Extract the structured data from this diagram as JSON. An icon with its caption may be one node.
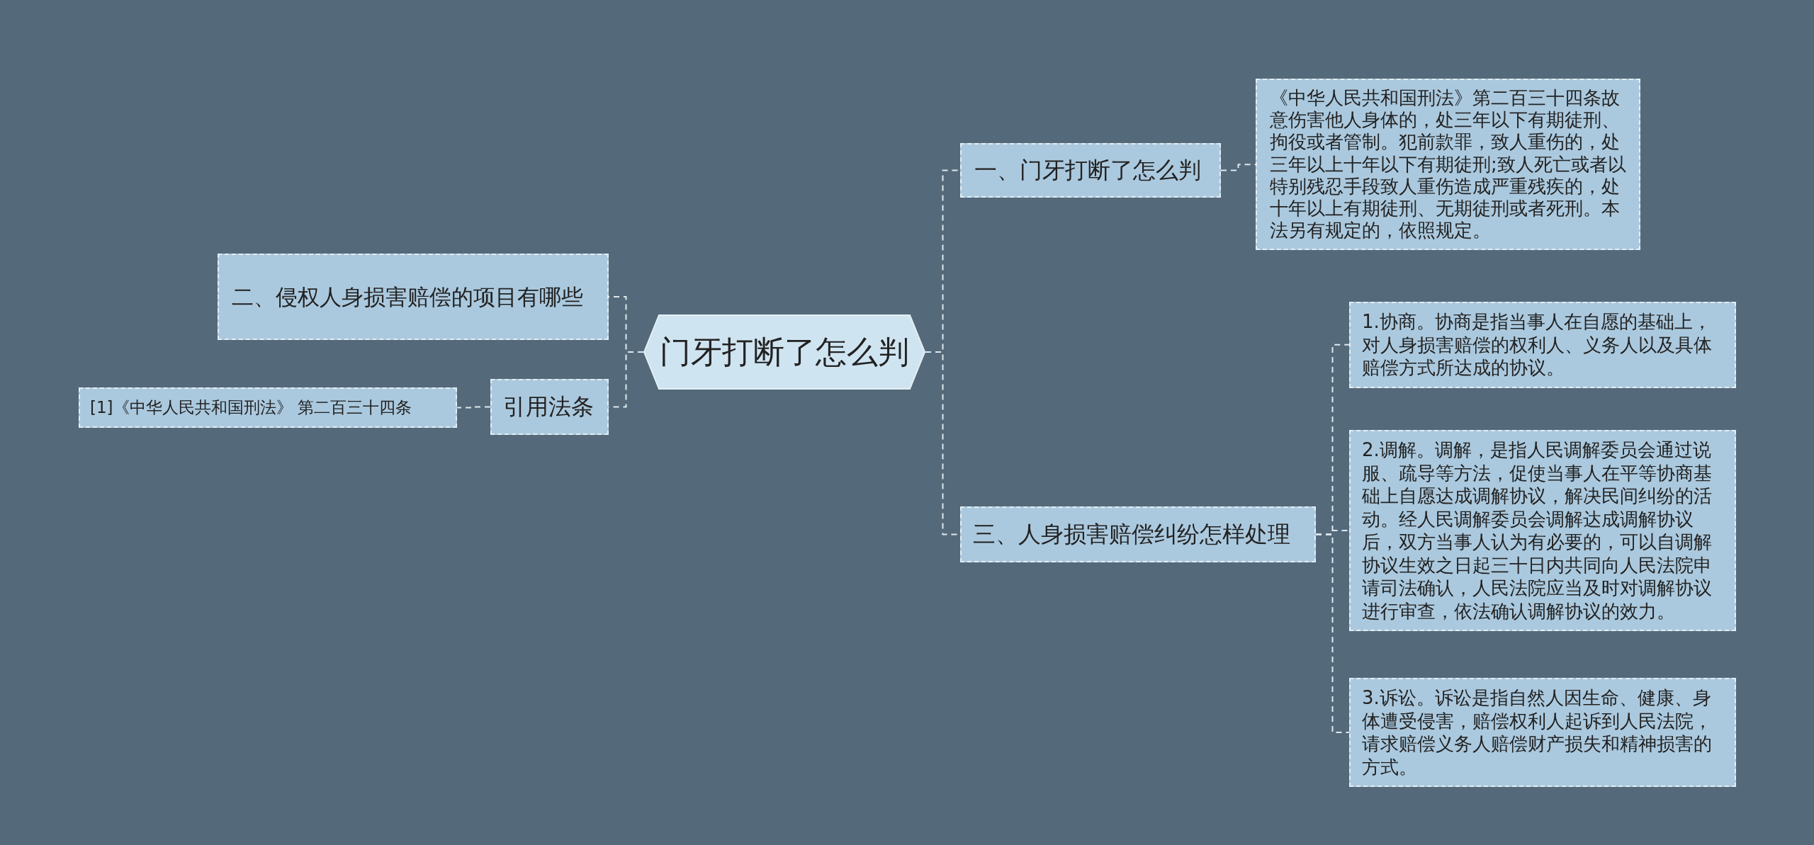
{
  "diagram": {
    "nodes": [
      {
        "text": [
          "门牙打断了怎么判"
        ]
      },
      {
        "text": [
          "一、门牙打断了怎么判"
        ]
      },
      {
        "text": [
          "《中华人民共和国刑法》第二百三十四条故意伤害他人身体的，处三年以下有期徒刑、拘役或者管制。犯前款罪，致人重伤的，处三年以上十年以下有期徒刑;致人死亡或者以特别残忍手段致人重伤造成严重残疾的，处十年以上有期徒刑、无期徒刑或者死刑。本法另有规定的，依照规定。"
        ]
      },
      {
        "text": [
          "二、侵权人身损害赔偿的项目有哪些"
        ]
      },
      {
        "text": [
          "引用法条"
        ]
      },
      {
        "text": [
          "[1]《中华人民共和国刑法》 第二百三十四条"
        ]
      },
      {
        "text": [
          "三、人身损害赔偿纠纷怎样处理"
        ]
      },
      {
        "text": [
          "1.协商。协商是指当事人在自愿的基础上，对人身损害赔偿的权利人、义务人以及具体赔偿方式所达成的协议。"
        ]
      },
      {
        "text": [
          "2.调解。调解，是指人民调解委员会通过说服、疏导等方法，促使当事人在平等协商基础上自愿达成调解协议，解决民间纠纷的活动。经人民调解委员会调解达成调解协议后，双方当事人认为有必要的，可以自调解协议生效之日起三十日内共同向人民法院申请司法确认，人民法院应当及时对调解协议进行审查，依法确认调解协议的效力。"
        ]
      },
      {
        "text": [
          "3.诉讼。诉讼是指自然人因生命、健康、身体遭受侵害，赔偿权利人起诉到人民法院，请求赔偿义务人赔偿财产损失和精神损害的方式。"
        ]
      }
    ],
    "edges": [
      {
        "from": 0,
        "to": 1,
        "arrow": "none"
      },
      {
        "from": 1,
        "to": 2,
        "arrow": "none"
      },
      {
        "from": 0,
        "to": 3,
        "arrow": "none"
      },
      {
        "from": 0,
        "to": 4,
        "arrow": "none"
      },
      {
        "from": 4,
        "to": 5,
        "arrow": "none"
      },
      {
        "from": 0,
        "to": 6,
        "arrow": "none"
      },
      {
        "from": 6,
        "to": 7,
        "arrow": "none"
      },
      {
        "from": 6,
        "to": 8,
        "arrow": "none"
      },
      {
        "from": 6,
        "to": 9,
        "arrow": "none"
      }
    ]
  }
}
